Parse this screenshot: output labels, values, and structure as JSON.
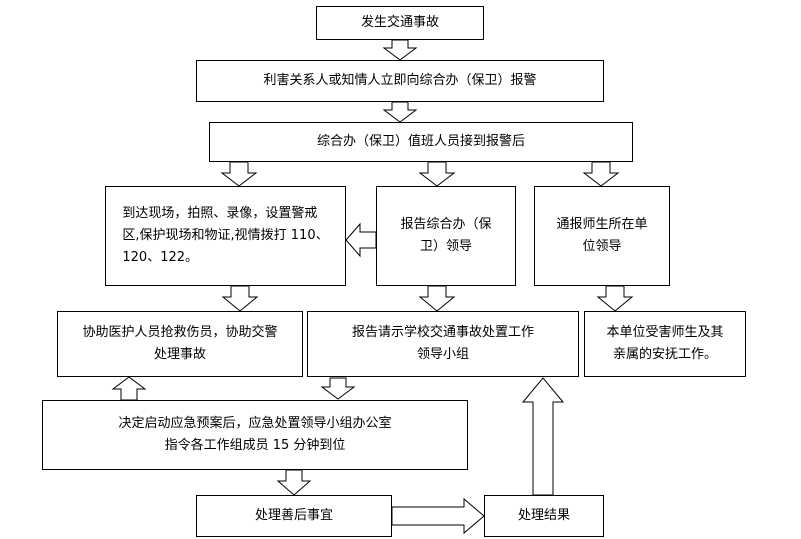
{
  "nodes": {
    "accident": "发生交通事故",
    "report_alarm": "利害关系人或知情人立即向综合办（保卫）报警",
    "receive_alarm": "综合办（保卫）值班人员接到报警后",
    "scene": "到达现场，拍照、录像，设置警戒\n区,保护现场和物证,视情拨打 110、\n120、122。",
    "report_leader": "报告综合办（保\n卫）领导",
    "notify_unit": "通报师生所在单\n位领导",
    "assist_medical": "协助医护人员抢救伤员，协助交警\n处理事故",
    "report_group": "报告请示学校交通事故处置工作\n领导小组",
    "comfort": "本单位受害师生及其\n亲属的安抚工作。",
    "emergency_plan": "决定启动应急预案后，应急处置领导小组办公室\n指令各工作组成员 15 分钟到位",
    "aftermath": "处理善后事宜",
    "result": "处理结果"
  }
}
